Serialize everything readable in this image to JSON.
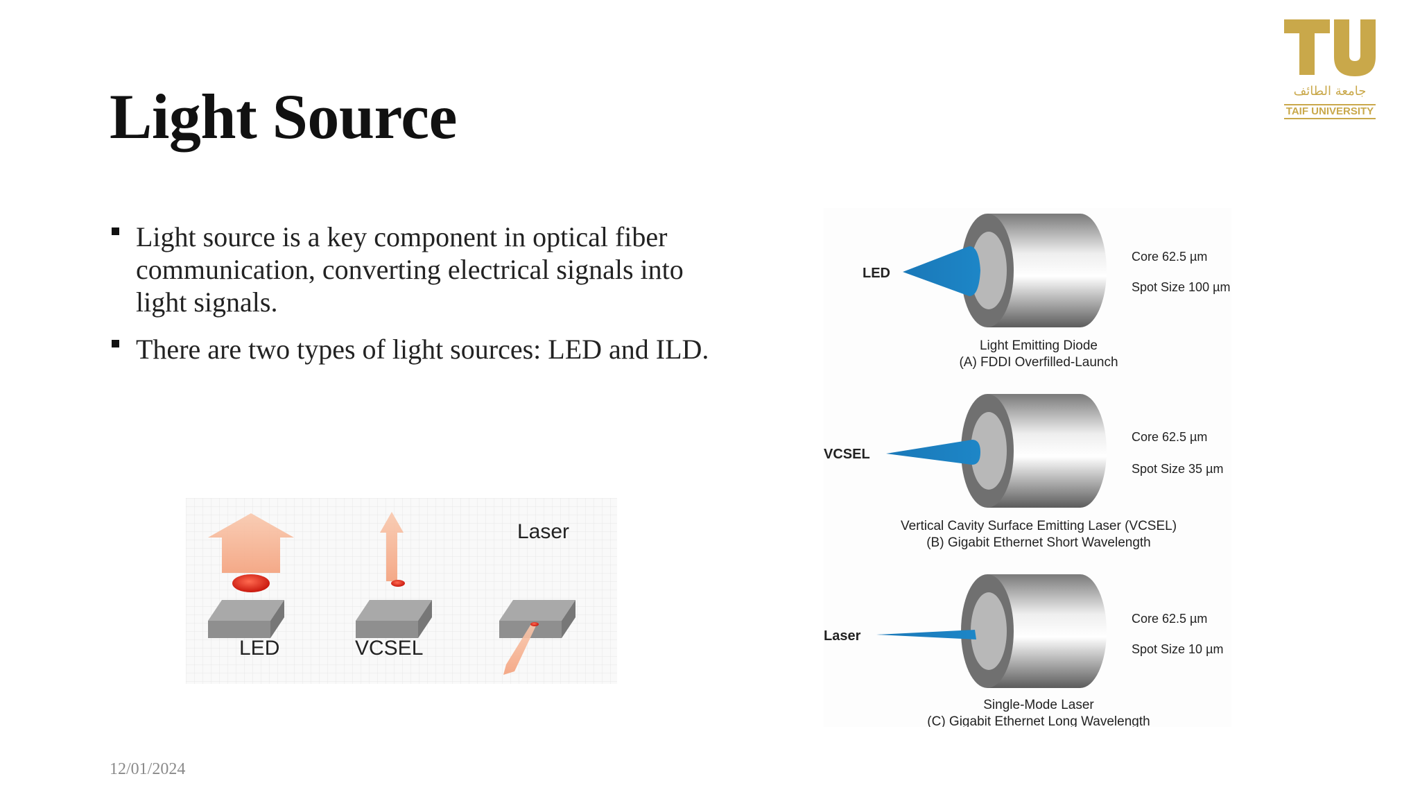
{
  "slide": {
    "title": "Light Source",
    "bullets": [
      "Light source is a key component in optical fiber communication, converting electrical signals into light signals.",
      "There are two types of light sources: LED and ILD."
    ],
    "date": "12/01/2024"
  },
  "logo": {
    "initials": "TU",
    "arabic_name": "جامعة الطائف",
    "english_name": "TAIF UNIVERSITY",
    "color": "#c9a84a"
  },
  "emitters_figure": {
    "labels": {
      "led": "LED",
      "vcsel": "VCSEL",
      "laser": "Laser"
    },
    "beam_color": "#f4a582",
    "spot_color": "#e0261b"
  },
  "coupling_figure": {
    "beam_color": "#1a78b8",
    "panels": [
      {
        "source": "LED",
        "core": "Core 62.5 µm",
        "spot": "Spot Size 100 µm",
        "caption_1": "Light Emitting Diode",
        "caption_2": "(A) FDDI Overfilled-Launch"
      },
      {
        "source": "VCSEL",
        "core": "Core 62.5 µm",
        "spot": "Spot Size 35 µm",
        "caption_1": "Vertical Cavity Surface Emitting Laser (VCSEL)",
        "caption_2": "(B) Gigabit Ethernet Short Wavelength"
      },
      {
        "source": "Laser",
        "core": "Core 62.5 µm",
        "spot": "Spot Size 10 µm",
        "caption_1": "Single-Mode Laser",
        "caption_2": "(C) Gigabit Ethernet Long Wavelength"
      }
    ]
  }
}
